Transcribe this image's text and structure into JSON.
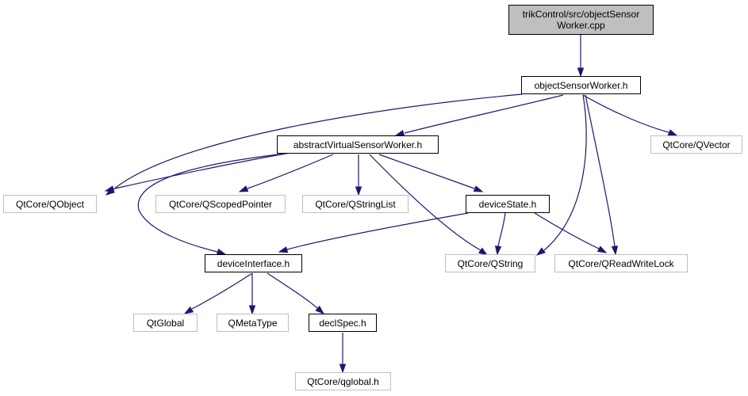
{
  "nodes": {
    "root": {
      "line1": "trikControl/src/objectSensor",
      "line2": "Worker.cpp"
    },
    "osw": {
      "label": "objectSensorWorker.h"
    },
    "avsw": {
      "label": "abstractVirtualSensorWorker.h"
    },
    "qvector": {
      "label": "QtCore/QVector"
    },
    "qobject": {
      "label": "QtCore/QObject"
    },
    "qscoped": {
      "label": "QtCore/QScopedPointer"
    },
    "qstringlist": {
      "label": "QtCore/QStringList"
    },
    "devstate": {
      "label": "deviceState.h"
    },
    "devif": {
      "label": "deviceInterface.h"
    },
    "qstring": {
      "label": "QtCore/QString"
    },
    "qrwlock": {
      "label": "QtCore/QReadWriteLock"
    },
    "qtglobal": {
      "label": "QtGlobal"
    },
    "qmetatype": {
      "label": "QMetaType"
    },
    "declspec": {
      "label": "declSpec.h"
    },
    "qglobalh": {
      "label": "QtCore/qglobal.h"
    }
  },
  "colors": {
    "edge": "#191970",
    "root_fill": "#bfbfbf",
    "external_border": "#bfbfbf",
    "internal_border": "#000000"
  }
}
